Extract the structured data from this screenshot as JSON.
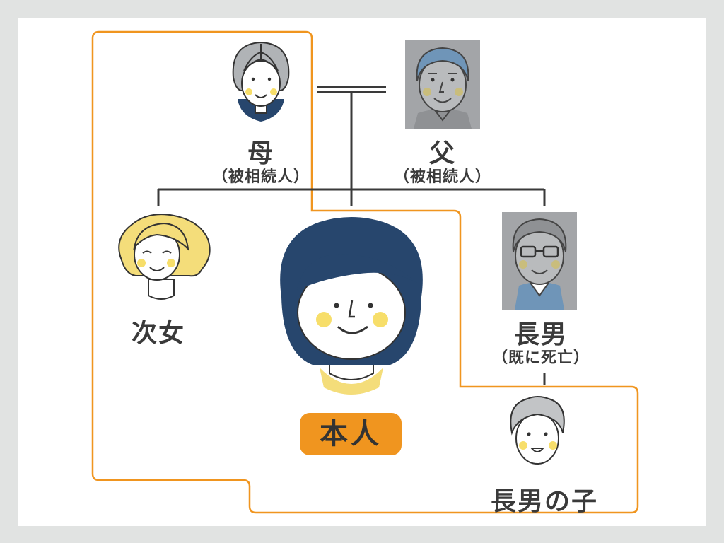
{
  "colors": {
    "navy": "#27466d",
    "orange": "#f0951f",
    "yellow": "#f4dd7a",
    "cheek": "#f7de6a",
    "gray_hair": "#b0b3b6",
    "gray_photo": "#8f9194",
    "blue_gray": "#6f95b8"
  },
  "persons": {
    "mother": {
      "name": "母",
      "note": "（被相続人）"
    },
    "father": {
      "name": "父",
      "note": "（被相続人）"
    },
    "second_daughter": {
      "name": "次女"
    },
    "self": {
      "name": "本人"
    },
    "eldest_son": {
      "name": "長男",
      "note": "（既に死亡）"
    },
    "eldest_son_child": {
      "name": "長男の子"
    }
  }
}
